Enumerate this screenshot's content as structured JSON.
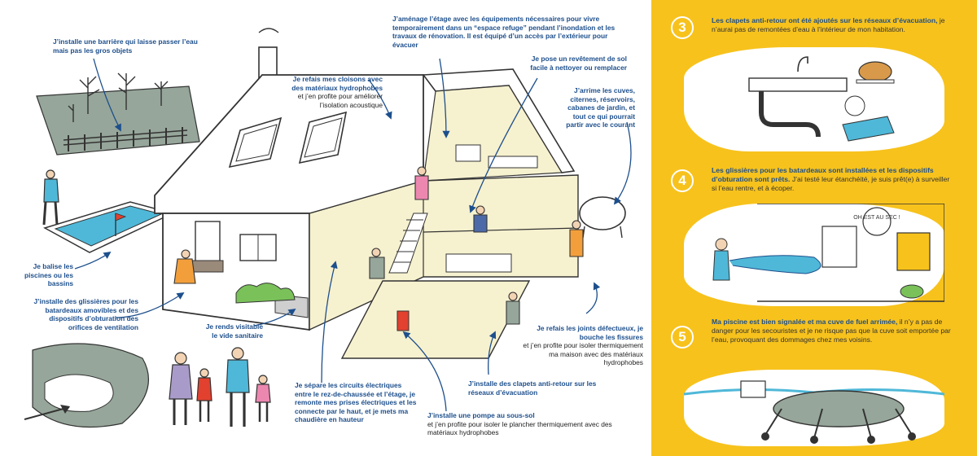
{
  "annotations": {
    "barrier": {
      "bold": "J’installe une barrière qui laisse passer l’eau mais pas les gros objets",
      "rest": ""
    },
    "pool": {
      "bold": "Je balise les piscines ou les bassins",
      "rest": ""
    },
    "rails": {
      "bold": "J’installe des glissières pour les batardeaux amovibles et des dispositifs d’obturation des orifices de ventilation",
      "rest": ""
    },
    "crawl": {
      "bold": "Je rends visitable le vide sanitaire",
      "rest": ""
    },
    "partitions": {
      "bold": "Je refais mes cloisons avec des matériaux hydrophobes",
      "rest": "et j’en profite pour améliorer l’isolation acoustique"
    },
    "floor_refuge": {
      "bold": "J’aménage l’étage avec les équipements nécessaires pour vivre temporairement dans un “espace refuge” pendant l’inondation et les travaux de rénovation. Il est équipé d’un accès par l’extérieur pour évacuer",
      "rest": ""
    },
    "flooring": {
      "bold": "Je pose un revêtement de sol facile à nettoyer ou remplacer",
      "rest": ""
    },
    "tanks": {
      "bold": "J’arrime les cuves, citernes, réservoirs, cabanes de jardin, et tout ce qui pourrait partir avec le courant",
      "rest": ""
    },
    "joints": {
      "bold": "Je refais les joints défectueux, je bouche les fissures",
      "rest": "et j’en profite pour isoler thermiquement ma maison avec des matériaux hydrophobes"
    },
    "valves": {
      "bold": "J’installe des clapets anti-retour sur les réseaux d’évacuation",
      "rest": ""
    },
    "electric": {
      "bold": "Je sépare les circuits électriques entre le rez-de-chaussée et l’étage, je remonte mes prises électriques et les connecte par le haut, et je mets ma chaudière en hauteur",
      "rest": ""
    },
    "pump": {
      "bold": "J’installe une pompe au sous-sol",
      "rest": "et j’en profite pour isoler le plancher thermiquement avec des matériaux hydrophobes"
    }
  },
  "steps": [
    {
      "number": "3",
      "bold": "Les clapets anti-retour ont été ajoutés sur les réseaux d’évacuation,",
      "rest": "je n’aurai pas de remontées d’eau à l’intérieur de mon habitation."
    },
    {
      "number": "4",
      "bold": "Les glissières pour les batardeaux sont installées et les dispositifs d’obturation sont prêts.",
      "rest": "J’ai testé leur étanchéité, je suis prêt(e) à surveiller si l’eau rentre, et à écoper."
    },
    {
      "number": "5",
      "bold": "Ma piscine est bien signalée et ma cuve de fuel arrimée,",
      "rest": "il n’y a pas de danger pour les secouristes et je ne risque pas que la cuve soit emportée par l’eau, provoquant des dommages chez mes voisins."
    }
  ],
  "speech_bubble": "OH EST AU SEC !",
  "colors": {
    "accent": "#1d4f8c",
    "panel": "#f7c21c",
    "wall": "#f6f1cf",
    "grass": "#96a69a",
    "pool": "#4fb8d8"
  }
}
